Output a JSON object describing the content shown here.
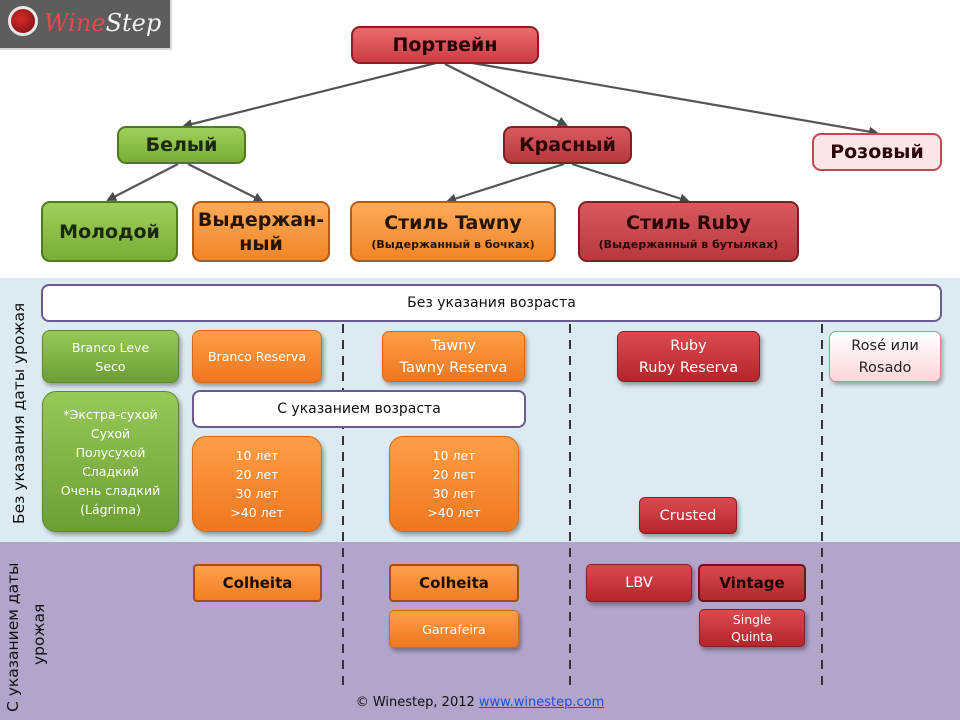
{
  "logo": {
    "part1": "Wine",
    "part2": "Step"
  },
  "root": "Портвейн",
  "level1": {
    "white": "Белый",
    "red": "Красный",
    "rose": "Розовый"
  },
  "level2": {
    "young": "Молодой",
    "aged": "Выдержан-ный",
    "tawny_title": "Стиль Tawny",
    "tawny_sub": "(Выдержанный в бочках)",
    "ruby_title": "Стиль Ruby",
    "ruby_sub": "(Выдержанный в бутылках)"
  },
  "band_labels": {
    "no_vintage": "Без указания даты урожая",
    "vintage_line1": "С указанием даты",
    "vintage_line2": "урожая"
  },
  "no_age_header": "Без указания возраста",
  "with_age_header": "С указанием возраста",
  "items": {
    "branco_leve": [
      "Branco Leve",
      "Seco"
    ],
    "branco_reserva": "Branco Reserva",
    "tawny": [
      "Tawny",
      "Tawny Reserva"
    ],
    "ruby": [
      "Ruby",
      "Ruby Reserva"
    ],
    "rose": [
      "Rosé или",
      "Rosado"
    ],
    "sweetness": [
      "*Экстра-сухой",
      "Сухой",
      "Полусухой",
      "Сладкий",
      "Очень сладкий",
      "(Lágrima)"
    ],
    "white_ages": [
      "10 лет",
      "20 лет",
      "30 лет",
      ">40 лет"
    ],
    "tawny_ages": [
      "10 лет",
      "20 лет",
      "30 лет",
      ">40 лет"
    ],
    "crusted": "Crusted",
    "colheita_white": "Colheita",
    "colheita_tawny": "Colheita",
    "garrafeira": "Garrafeira",
    "lbv": "LBV",
    "vintage": "Vintage",
    "single_quinta": [
      "Single",
      "Quinta"
    ]
  },
  "footer": {
    "copyright": "© Winestep, 2012",
    "link": "www.winestep.com"
  },
  "colors": {
    "green": "#79ad34",
    "orange": "#f08528",
    "red": "#b7383d",
    "pink": "#fbe5e6",
    "band_blue": "#dcebf2",
    "band_purple": "#b2a4cb",
    "link": "#1f4fd6"
  }
}
